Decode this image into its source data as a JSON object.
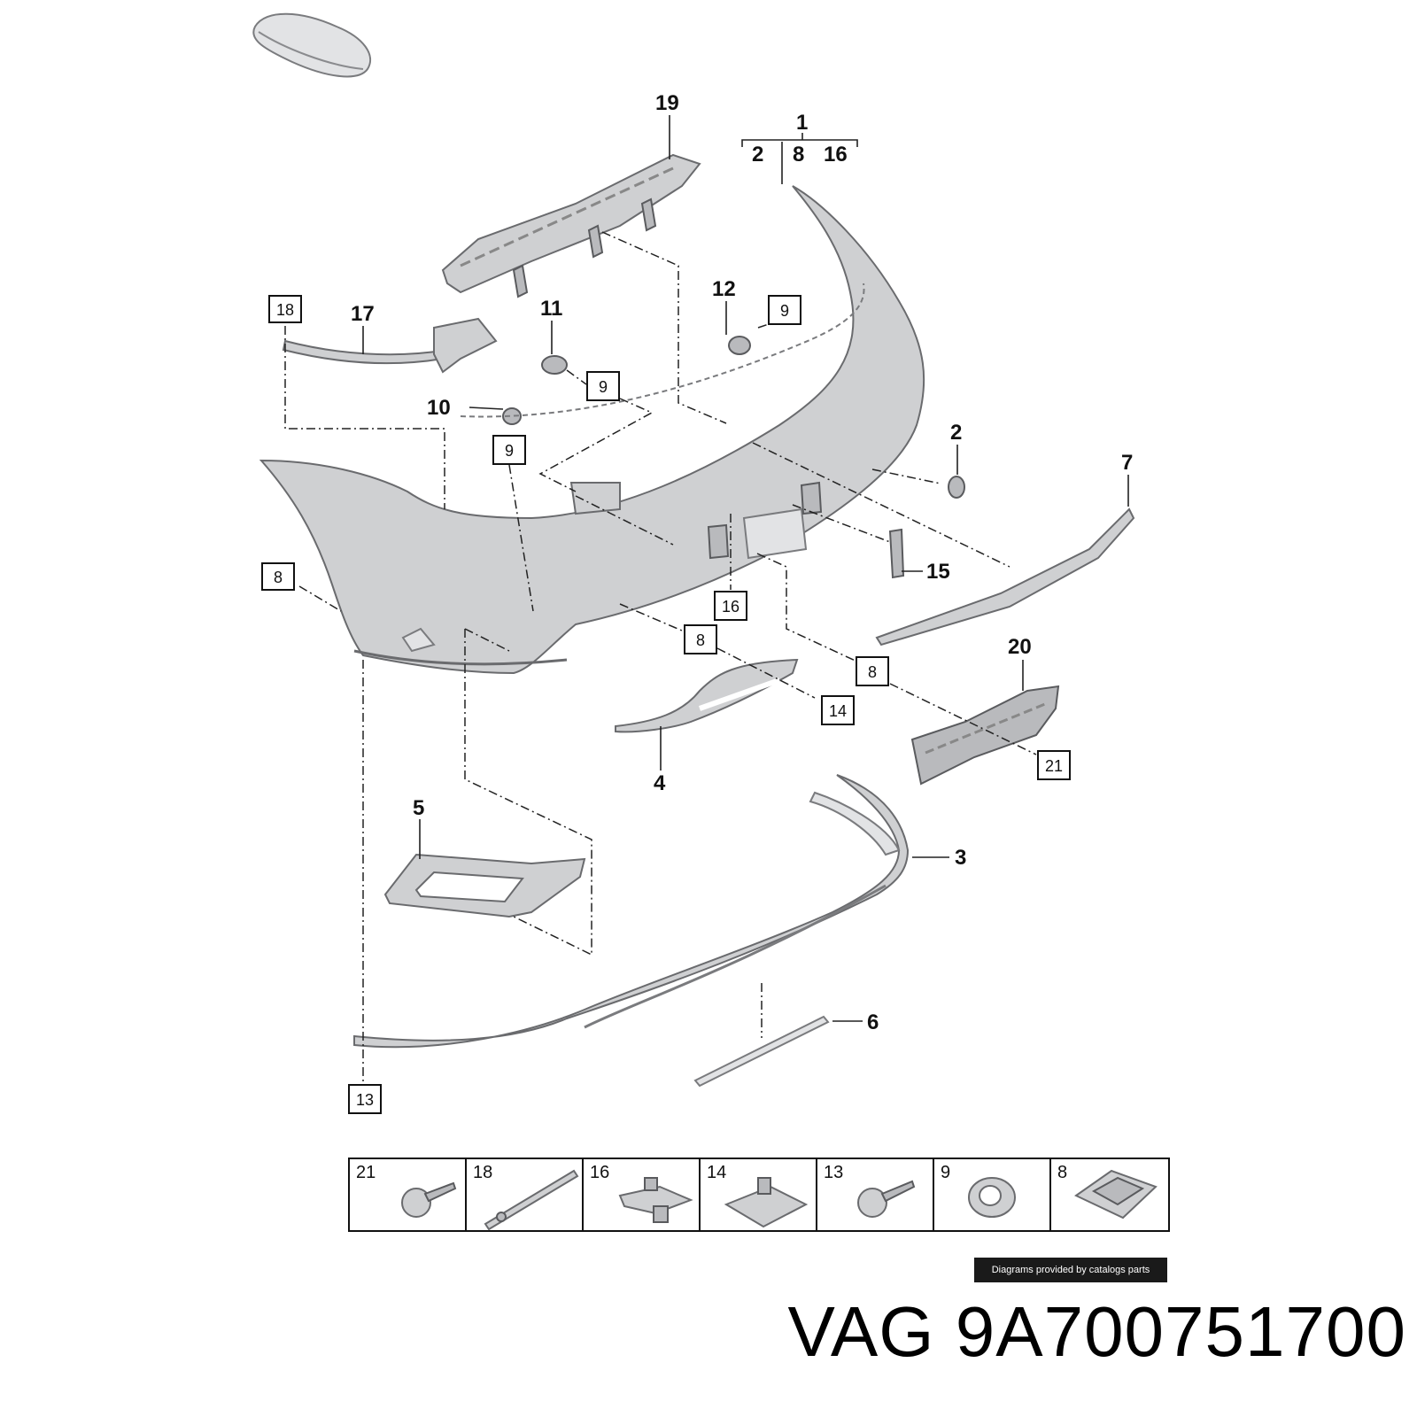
{
  "callouts": {
    "c19": "19",
    "c1": "1",
    "c2a": "2",
    "c8a": "8",
    "c16a": "16",
    "c12": "12",
    "c17": "17",
    "c11": "11",
    "c10": "10",
    "c2b": "2",
    "c7": "7",
    "c15": "15",
    "c20": "20",
    "c4": "4",
    "c5": "5",
    "c3": "3",
    "c6": "6"
  },
  "boxes": {
    "b18": "18",
    "b9a": "9",
    "b9b": "9",
    "b9c": "9",
    "b8a": "8",
    "b16": "16",
    "b8b": "8",
    "b8c": "8",
    "b14": "14",
    "b21": "21",
    "b13": "13"
  },
  "fastener_table": [
    {
      "label": "21",
      "icon": "screw-icon"
    },
    {
      "label": "18",
      "icon": "rivet-pin-icon"
    },
    {
      "label": "16",
      "icon": "clip-bracket-icon"
    },
    {
      "label": "14",
      "icon": "speed-nut-icon"
    },
    {
      "label": "13",
      "icon": "screw-icon"
    },
    {
      "label": "9",
      "icon": "grommet-ring-icon"
    },
    {
      "label": "8",
      "icon": "spring-clip-icon"
    }
  ],
  "credit": "Diagrams provided by catalogs parts",
  "part_number": "VAG 9A700751700",
  "colors": {
    "part_fill": "#cfd0d2",
    "part_stroke": "#6a6b6e",
    "ink": "#111111"
  }
}
